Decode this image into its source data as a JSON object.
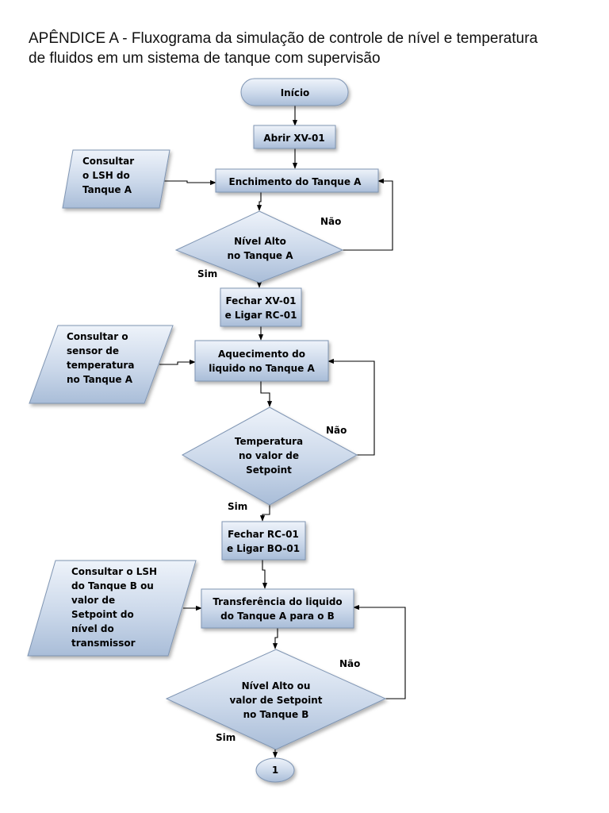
{
  "caption": {
    "line1": "APÊNDICE A - Fluxograma da simulação de controle de nível e temperatura",
    "line2": "de fluidos em um sistema de tanque com supervisão"
  },
  "nodes": {
    "inicio": {
      "lines": [
        "Início"
      ]
    },
    "abrir_xv01": {
      "lines": [
        "Abrir XV-01"
      ]
    },
    "consultar_lsh_a": {
      "lines": [
        "Consultar",
        "o LSH do",
        "Tanque A"
      ]
    },
    "enchimento": {
      "lines": [
        "Enchimento do Tanque A"
      ]
    },
    "decisao_nivel_a": {
      "lines": [
        "Nível Alto",
        "no Tanque A"
      ]
    },
    "fechar_xv01": {
      "lines": [
        "Fechar XV-01",
        "e Ligar RC-01"
      ]
    },
    "consultar_temp": {
      "lines": [
        "Consultar o",
        "sensor de",
        "temperatura",
        "no Tanque A"
      ]
    },
    "aquecimento": {
      "lines": [
        "Aquecimento do",
        "liquido no Tanque A"
      ]
    },
    "decisao_temp": {
      "lines": [
        "Temperatura",
        "no valor de",
        "Setpoint"
      ]
    },
    "fechar_rc01": {
      "lines": [
        "Fechar RC-01",
        "e Ligar BO-01"
      ]
    },
    "consultar_lsh_b": {
      "lines": [
        "Consultar o LSH",
        "do Tanque B ou",
        "valor de",
        "Setpoint do",
        "nível do",
        "transmissor"
      ]
    },
    "transferencia": {
      "lines": [
        "Transferência do liquido",
        "do Tanque A para o B"
      ]
    },
    "decisao_nivel_b": {
      "lines": [
        "Nível Alto ou",
        "valor de Setpoint",
        "no Tanque B"
      ]
    },
    "conector": {
      "lines": [
        "1"
      ]
    }
  },
  "edge_labels": {
    "nao_1": "Não",
    "sim_1": "Sim",
    "nao_2": "Não",
    "sim_2": "Sim",
    "nao_3": "Não",
    "sim_3": "Sim"
  },
  "colors": {
    "shape_top": "#eef3fa",
    "shape_bottom": "#a9bdd8",
    "shape_border": "#7f95b3",
    "line": "#000000"
  }
}
